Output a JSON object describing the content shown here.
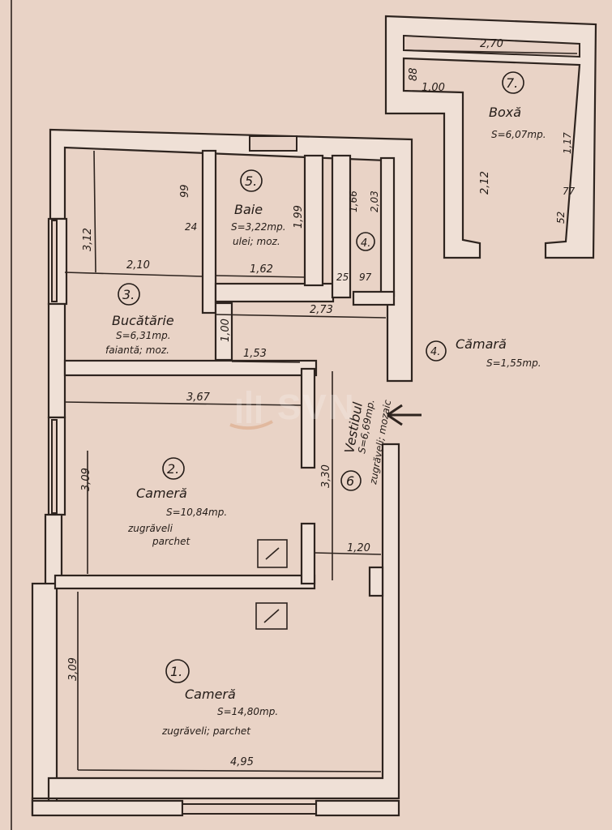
{
  "rooms": {
    "r1": {
      "number": "1.",
      "name": "Cameră",
      "area": "S=14,80mp.",
      "finish": "zugrăveli; parchet"
    },
    "r2": {
      "number": "2.",
      "name": "Cameră",
      "area": "S=10,84mp.",
      "finish1": "zugrăveli",
      "finish2": "parchet"
    },
    "r3": {
      "number": "3.",
      "name": "Bucătărie",
      "area": "S=6,31mp.",
      "finish": "faiantă; moz."
    },
    "r4": {
      "number": "4.",
      "name": "Cămară",
      "area": "S=1,55mp."
    },
    "r4_mark": "4.",
    "r5": {
      "number": "5.",
      "name": "Baie",
      "area": "S=3,22mp.",
      "finish": "ulei; moz."
    },
    "r6": {
      "number": "6",
      "name": "Vestibul",
      "area": "S=6,69mp.",
      "finish": "zugrăveli; mozaic"
    },
    "r7": {
      "number": "7.",
      "name": "Boxă",
      "area": "S=6,07mp."
    }
  },
  "dimensions": {
    "d_270": "2,70",
    "d_088": "88",
    "d_100a": "1,00",
    "d_212": "2,12",
    "d_117": "1,17",
    "d_077": "77",
    "d_052": "52",
    "d_099": "99",
    "d_312": "3,12",
    "d_024": "24",
    "d_210": "2,10",
    "d_199": "1,99",
    "d_162": "1,62",
    "d_166": "1,66",
    "d_203": "2,03",
    "d_025": "25",
    "d_097": "97",
    "d_273": "2,73",
    "d_100b": "1,00",
    "d_153": "1,53",
    "d_367": "3,67",
    "d_309a": "3,09",
    "d_330": "3,30",
    "d_120": "1,20",
    "d_309b": "3,09",
    "d_495": "4,95"
  },
  "watermark": {
    "text": "SVN",
    "sub": ""
  },
  "colors": {
    "paper": "#e9d3c6",
    "ink": "#2e241f",
    "wall_fill": "#efe0d6"
  }
}
